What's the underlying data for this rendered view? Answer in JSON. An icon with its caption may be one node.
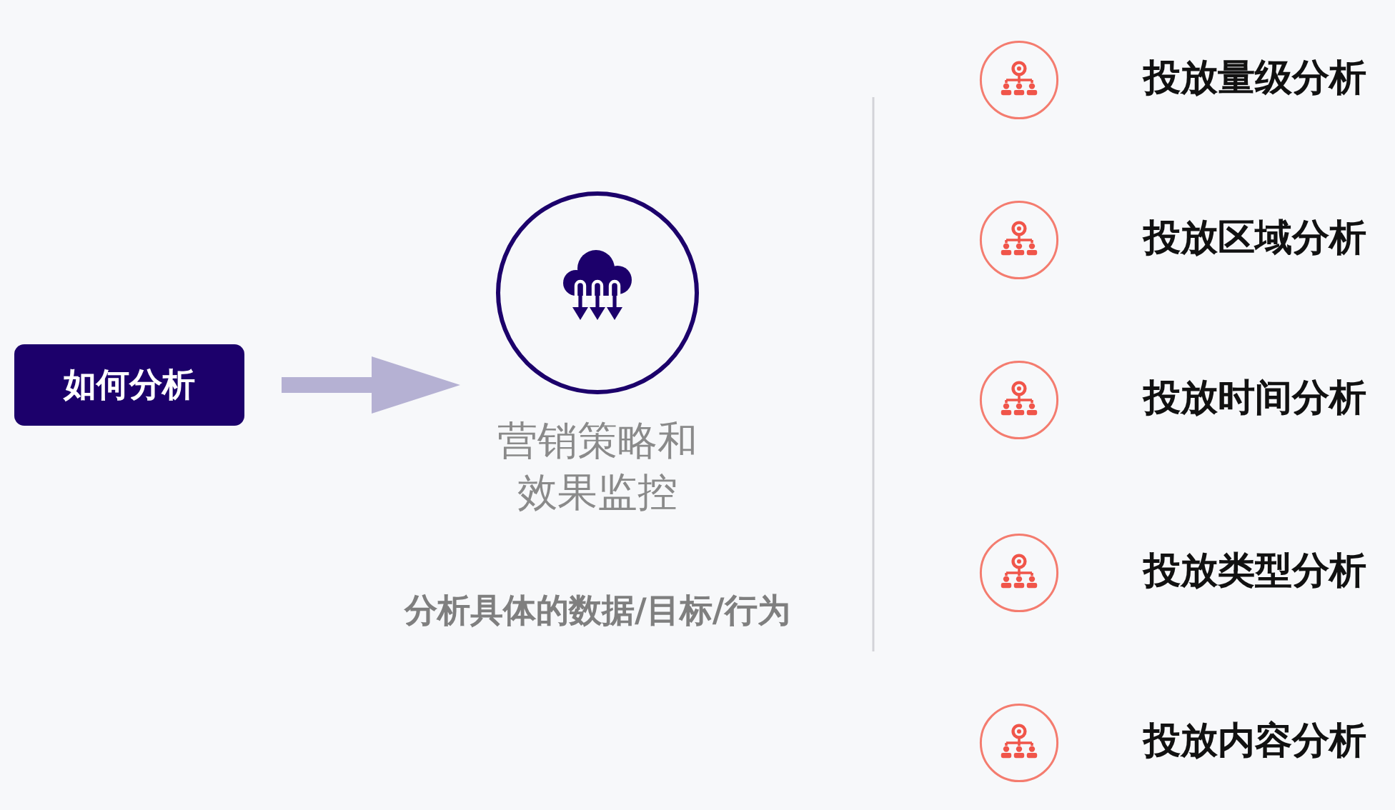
{
  "diagram": {
    "nodes": [
      {
        "text": [
          "如何分析"
        ]
      },
      {
        "text": [
          "营销策略和效果监控"
        ]
      },
      {
        "text": [
          "投放量级分析"
        ]
      },
      {
        "text": [
          "投放区域分析"
        ]
      },
      {
        "text": [
          "投放时间分析"
        ]
      },
      {
        "text": [
          "投放类型分析"
        ]
      },
      {
        "text": [
          "投放内容分析"
        ]
      }
    ],
    "edges": [
      {
        "from": 0,
        "to": 1,
        "arrow": "to"
      }
    ],
    "labels": [
      "分析具体的数据/目标/行为"
    ]
  }
}
